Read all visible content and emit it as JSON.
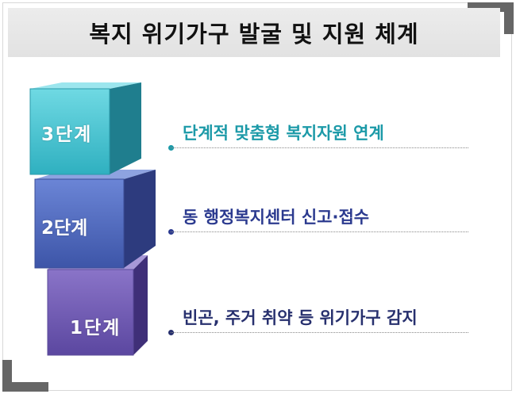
{
  "title": "복지 위기가구 발굴 및 지원 체계",
  "steps": [
    {
      "label": "3단계",
      "text": "단계적 맞춤형 복지자원 연계",
      "color": "#1c9aa8"
    },
    {
      "label": "2단계",
      "text": "동 행정복지센터 신고·접수",
      "color": "#2b3a8f"
    },
    {
      "label": "1단계",
      "text": "빈곤, 주거 취약 등 위기가구 감지",
      "color": "#27306e"
    }
  ],
  "colors": {
    "teal": "#46c5d3",
    "blue": "#4a62b7",
    "purple": "#7059b2",
    "corner": "#666666"
  }
}
